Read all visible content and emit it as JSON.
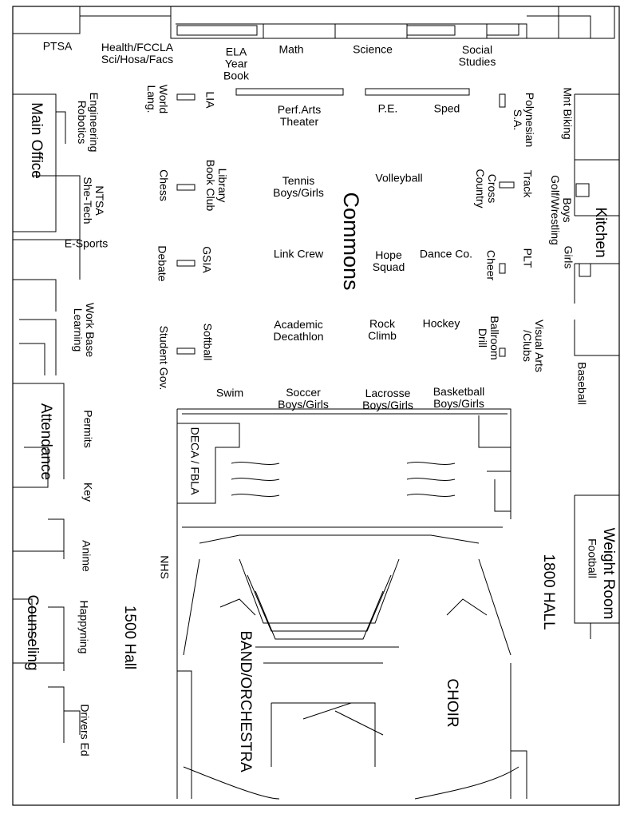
{
  "labels": {
    "ptsa": "PTSA",
    "health": "Health/FCCLA\nSci/Hosa/Facs",
    "ela": "ELA\nYear\nBook",
    "math": "Math",
    "science": "Science",
    "social": "Social\nStudies",
    "world_lang": "World\nLang.",
    "lia": "LIA",
    "perf_arts": "Perf.Arts\nTheater",
    "pe": "P.E.",
    "sped": "Sped",
    "polynesian": "Polynesian\nS.A.",
    "mnt_biking": "Mnt Biking",
    "main_office": "Main Office",
    "engineering": "Engineering\nRobotics",
    "chess": "Chess",
    "library": "Library\nBook Club",
    "tennis": "Tennis\nBoys/Girls",
    "volleyball": "Volleyball",
    "cross_country": "Cross\nCountry",
    "track": "Track",
    "boys_golf": "Boys\nGolf/Wrestling",
    "kitchen": "Kitchen",
    "ntsa": "NTSA\nShe-Tech",
    "commons": "Commons",
    "esports": "E-Sports",
    "debate": "Debate",
    "gsia": "GSIA",
    "link_crew": "Link Crew",
    "hope_squad": "Hope\nSquad",
    "dance": "Dance Co.",
    "cheer": "Cheer",
    "plt": "PLT",
    "girls": "Girls",
    "work_base": "Work Base\nLearning",
    "student_gov": "Student Gov.",
    "softball": "Softball",
    "academic": "Academic\nDecathlon",
    "rock_climb": "Rock\nClimb",
    "hockey": "Hockey",
    "ballroom": "Ballroom\nDrill",
    "visual_arts": "Visual Arts\n/Clubs",
    "baseball": "Baseball",
    "swim": "Swim",
    "soccer": "Soccer\nBoys/Girls",
    "lacrosse": "Lacrosse\nBoys/Girls",
    "basketball": "Basketball\nBoys/Girls",
    "attendance": "Attendance",
    "permits": "Permits",
    "deca": "DECA / FBLA",
    "key": "Key",
    "weight_room": "Weight Room",
    "football": "Football",
    "anime": "Anime",
    "nhs": "NHS",
    "hall_1800": "1800 HALL",
    "hall_1500": "1500 Hall",
    "counseling": "Counseling",
    "happyning": "Happyning",
    "band": "BAND/ORCHESTRA",
    "choir": "CHOIR",
    "drivers_ed": "Drivers Ed"
  },
  "colors": {
    "line": "#000000",
    "background": "#ffffff"
  }
}
